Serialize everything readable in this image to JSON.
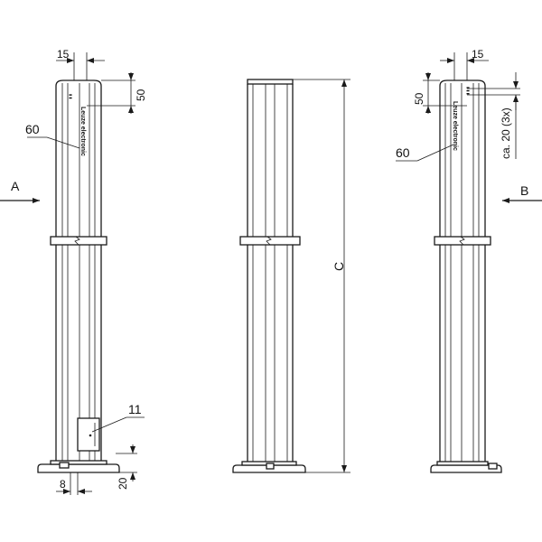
{
  "views": {
    "left": {
      "arrow_label": "A",
      "callout_part": "60",
      "callout_module": "11",
      "dim_top_width": "15",
      "dim_top_height": "50",
      "dim_bottom_width": "8",
      "dim_bottom_height": "20",
      "brand_text": "Leuze electronic"
    },
    "middle": {
      "dim_total_height": "C"
    },
    "right": {
      "arrow_label": "B",
      "callout_part": "60",
      "dim_top_width": "15",
      "dim_top_height": "50",
      "dim_pitch": "ca. 20 (3x)",
      "brand_text": "Leuze electronic"
    }
  }
}
